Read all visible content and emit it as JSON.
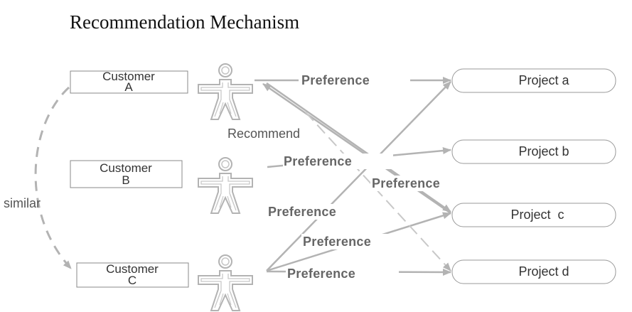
{
  "title": "Recommendation Mechanism",
  "customers": [
    {
      "line1": "Customer",
      "line2": "A"
    },
    {
      "line1": "Customer",
      "line2": "B"
    },
    {
      "line1": "Customer",
      "line2": "C"
    }
  ],
  "projects": [
    "Project a",
    "Project b",
    "Project  c",
    "Project d"
  ],
  "labels": {
    "similar": "similar",
    "recommend": "Recommend",
    "pref_a_top": "Preference",
    "pref_b": "Preference",
    "pref_a_to_c": "Preference",
    "pref_c_to_a": "Preference",
    "pref_c_to_c": "Preference",
    "pref_c_to_d": "Preference"
  }
}
